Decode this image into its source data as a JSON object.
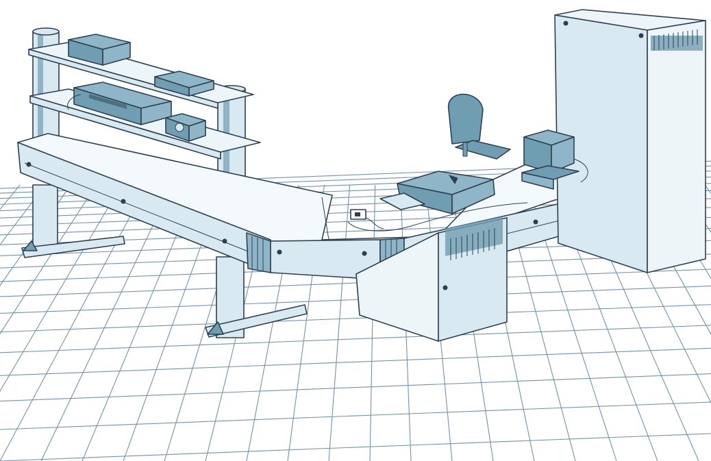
{
  "figure": {
    "kind": "line-art-illustration",
    "subject": "workstation-console-with-peripherals",
    "text_labels": []
  },
  "palette": {
    "ink": "#2d3f4f",
    "fill": "#d9e9f1",
    "accent": "#6f9db2",
    "floor": "#6f93a8",
    "paper": "#ffffff"
  },
  "icons": [
    "shelf-rack",
    "printer",
    "tape-unit",
    "desk-lamp",
    "operator-chair",
    "keyboard-console",
    "terminal-monitor",
    "cabinet-tower",
    "floor-cabinet",
    "mouse"
  ]
}
